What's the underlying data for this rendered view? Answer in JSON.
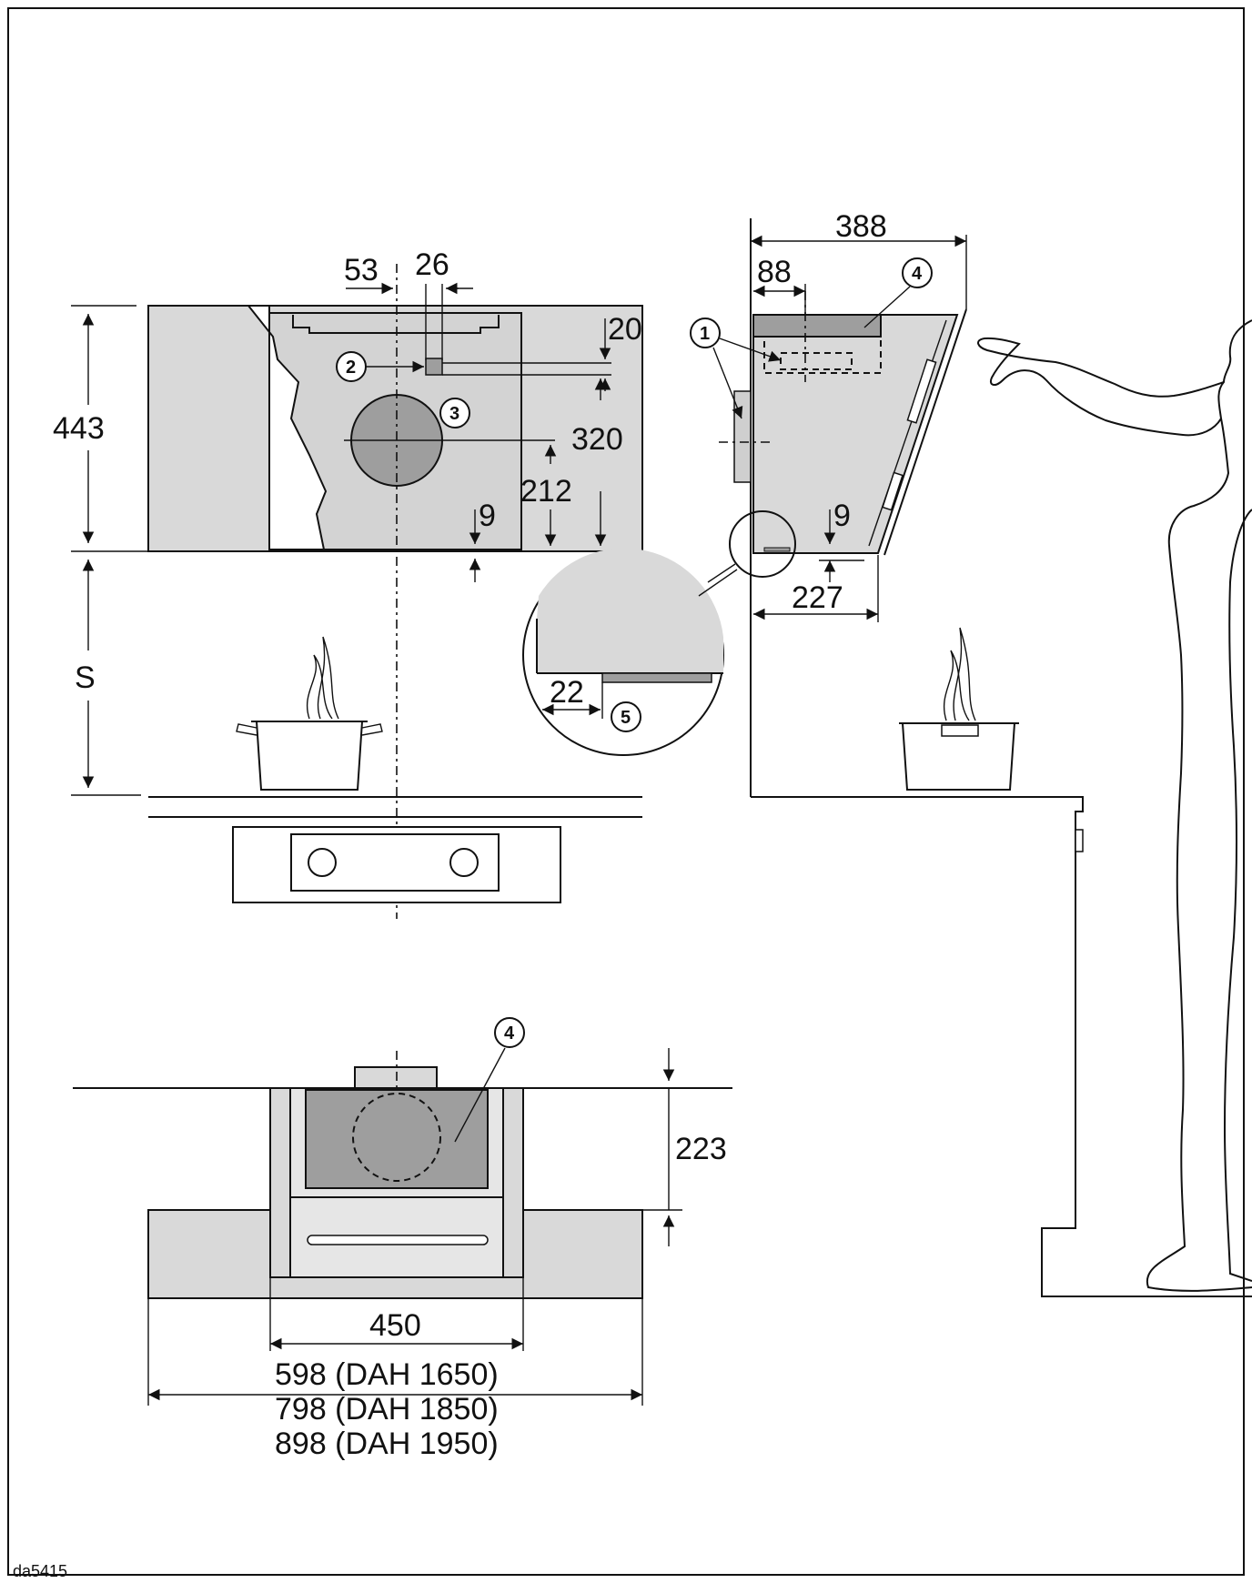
{
  "drawing_code": "da5415",
  "front_view": {
    "dims": {
      "height_443": "443",
      "offset_53": "53",
      "offset_26": "26",
      "offset_20": "20",
      "offset_320": "320",
      "offset_212": "212",
      "offset_9": "9",
      "distance_s": "S"
    },
    "callouts": {
      "c2": "2",
      "c3": "3"
    }
  },
  "side_view": {
    "dims": {
      "depth_388": "388",
      "depth_88": "88",
      "gap_9": "9",
      "depth_227": "227",
      "detail_22": "22"
    },
    "callouts": {
      "c1": "1",
      "c4": "4",
      "c5": "5"
    }
  },
  "top_view": {
    "dims": {
      "height_223": "223",
      "width_450": "450",
      "width_598": "598 (DAH 1650)",
      "width_798": "798 (DAH 1850)",
      "width_898": "898 (DAH 1950)"
    },
    "callouts": {
      "c4": "4"
    }
  }
}
